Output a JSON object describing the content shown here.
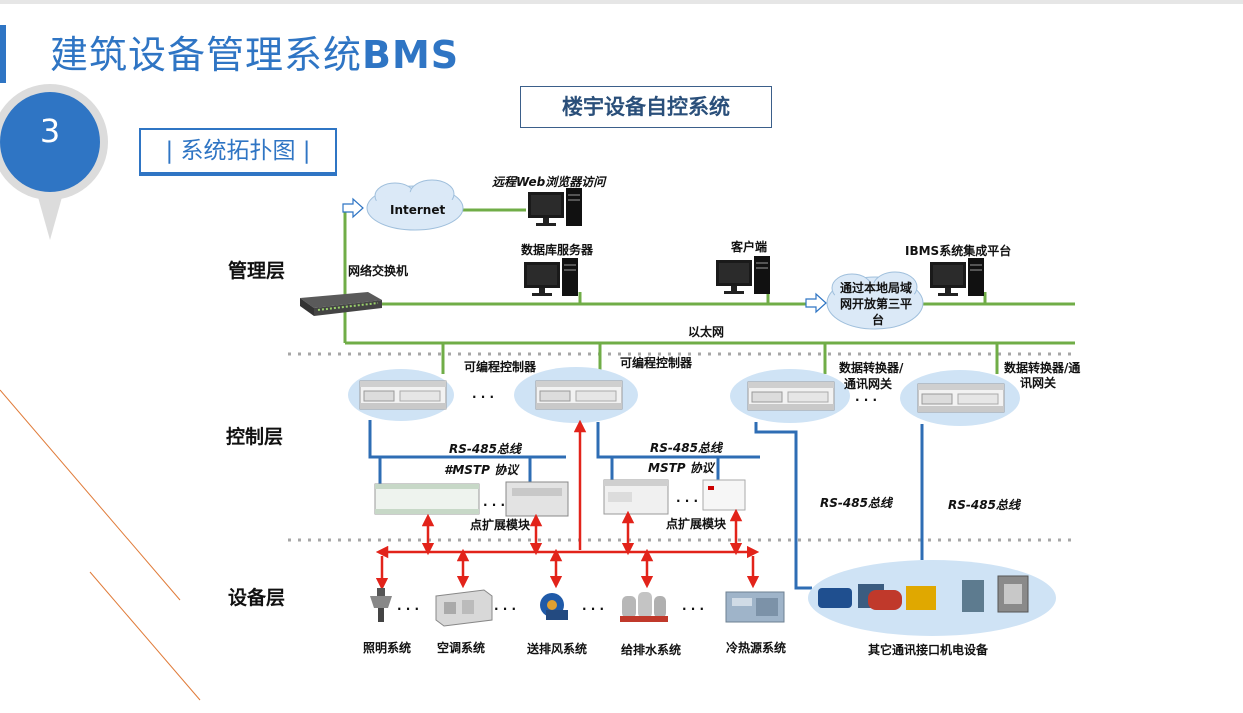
{
  "header": {
    "title_cn": "建筑设备管理系统",
    "title_en": "BMS",
    "badge_number": "3",
    "subtitle_box": "楼宇设备自控系统",
    "section_tab": "| 系统拓扑图 |"
  },
  "layers": {
    "management": "管理层",
    "control": "控制层",
    "equipment": "设备层"
  },
  "nodes": {
    "internet": "Internet",
    "remote_web": "远程Web浏览器访问",
    "network_switch": "网络交换机",
    "db_server": "数据库服务器",
    "client": "客户端",
    "ibms": "IBMS系统集成平台",
    "lan_open_line1": "通过本地局域",
    "lan_open_line2": "网开放第三平",
    "lan_open_line3": "台",
    "ethernet": "以太网",
    "plc_1": "可编程控制器",
    "plc_2": "可编程控制器",
    "gateway_1_line1": "数据转换器/",
    "gateway_1_line2": "通讯网关",
    "gateway_2_line1": "数据转换器/通",
    "gateway_2_line2": "讯网关",
    "rs485_bus_1": "RS-485总线",
    "mstp_1": "#MSTP 协议",
    "rs485_bus_2": "RS-485总线",
    "mstp_2": "MSTP 协议",
    "io_ext_1": "点扩展模块",
    "io_ext_2": "点扩展模块",
    "rs485_bus_3": "RS-485总线",
    "rs485_bus_4": "RS-485总线",
    "dots": ". . ."
  },
  "equipment": {
    "lighting": "照明系统",
    "hvac": "空调系统",
    "ventilation": "送排风系统",
    "water": "给排水系统",
    "chiller": "冷热源系统",
    "other": "其它通讯接口机电设备"
  },
  "colors": {
    "accent_blue": "#2f75c4",
    "bus_green": "#70ad47",
    "rs485_blue": "#2e6db4",
    "link_red": "#e2231a",
    "ellipse_fill": "#cfe3f5"
  }
}
